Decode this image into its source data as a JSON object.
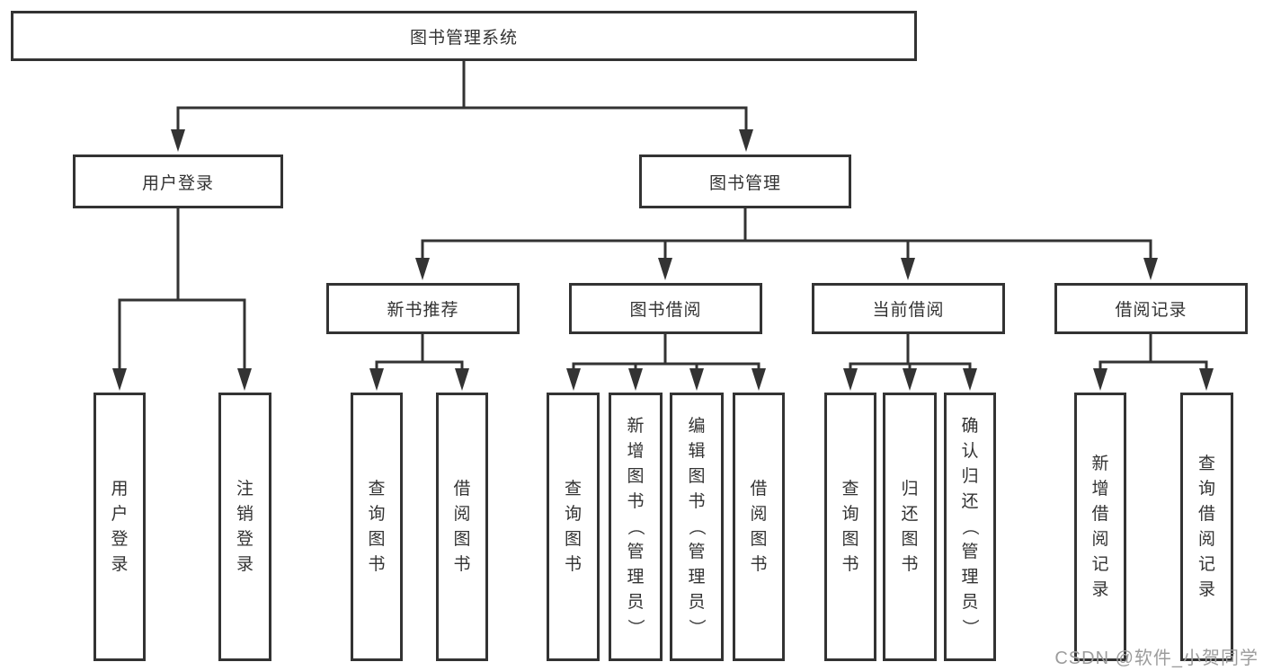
{
  "colors": {
    "line": "#333333",
    "text": "#333333",
    "background": "#ffffff",
    "watermark": "#9c9c9c"
  },
  "tree": {
    "root": {
      "label": "图书管理系统"
    },
    "branches": [
      {
        "label": "用户登录",
        "children": [
          {
            "label": "用户登录"
          },
          {
            "label": "注销登录"
          }
        ]
      },
      {
        "label": "图书管理",
        "children": [
          {
            "label": "新书推荐",
            "children": [
              {
                "label": "查询图书"
              },
              {
                "label": "借阅图书"
              }
            ]
          },
          {
            "label": "图书借阅",
            "children": [
              {
                "label": "查询图书"
              },
              {
                "label": "新增图书（管理员）"
              },
              {
                "label": "编辑图书（管理员）"
              },
              {
                "label": "借阅图书"
              }
            ]
          },
          {
            "label": "当前借阅",
            "children": [
              {
                "label": "查询图书"
              },
              {
                "label": "归还图书"
              },
              {
                "label": "确认归还（管理员）"
              }
            ]
          },
          {
            "label": "借阅记录",
            "children": [
              {
                "label": "新增借阅记录"
              },
              {
                "label": "查询借阅记录"
              }
            ]
          }
        ]
      }
    ]
  },
  "watermark": {
    "text": "CSDN @软件_小贺同学"
  }
}
